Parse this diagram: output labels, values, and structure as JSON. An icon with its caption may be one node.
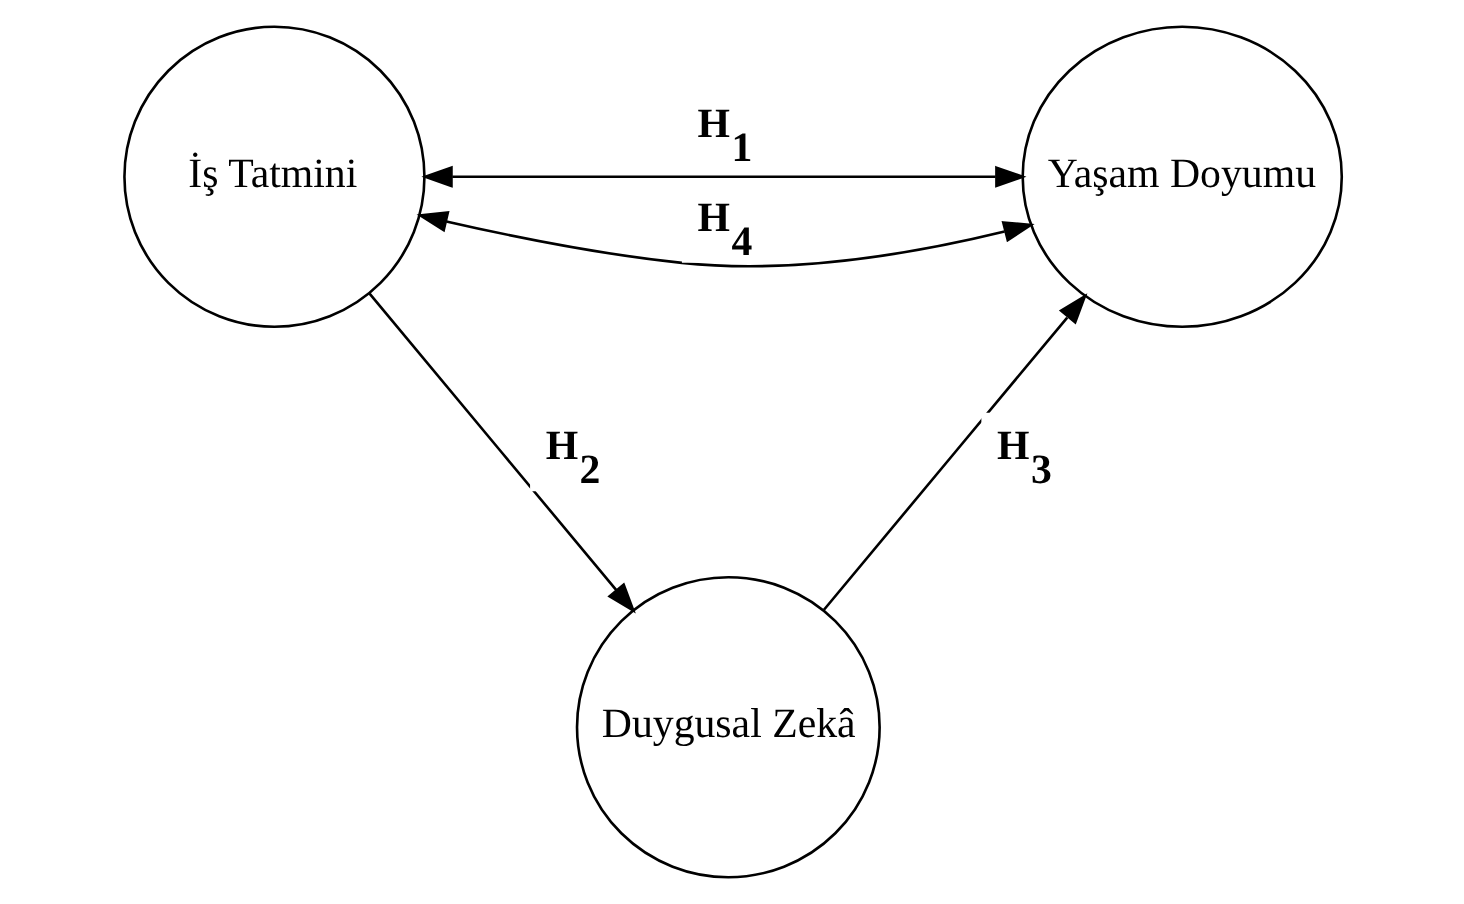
{
  "diagram": {
    "nodes": [
      {
        "text": [
          "İş Tatmini"
        ]
      },
      {
        "text": [
          "Yaşam Doyumu"
        ]
      },
      {
        "text": [
          "Duygusal Zekâ"
        ]
      }
    ],
    "edges": [
      {
        "from": 0,
        "to": 1,
        "arrow": "both",
        "label": "H$_{1}$"
      },
      {
        "from": 0,
        "to": 1,
        "arrow": "both",
        "label": "H$_{4}$"
      },
      {
        "from": 0,
        "to": 2,
        "arrow": "to",
        "label": "H$_{2}$"
      },
      {
        "from": 2,
        "to": 1,
        "arrow": "to",
        "label": "H$_{3}$"
      }
    ]
  }
}
